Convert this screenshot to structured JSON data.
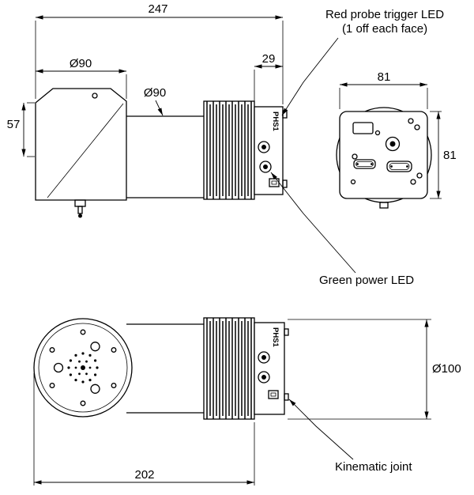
{
  "product": {
    "name": "PHS1"
  },
  "callouts": {
    "red_led": {
      "line1": "Red probe trigger LED",
      "line2": "(1 off each face)"
    },
    "green_led": "Green power LED",
    "kinematic": "Kinematic joint"
  },
  "dimensions": {
    "overall_length": "247",
    "head_diameter": "Ø90",
    "rear_block_width": "29",
    "cylinder_diameter": "Ø90",
    "head_top_to_axis": "57",
    "rear_face_width": "81",
    "rear_face_height": "81",
    "rear_flange_diameter": "Ø100",
    "base_length": "202"
  },
  "colors": {
    "line": "#000000",
    "background": "#ffffff"
  }
}
